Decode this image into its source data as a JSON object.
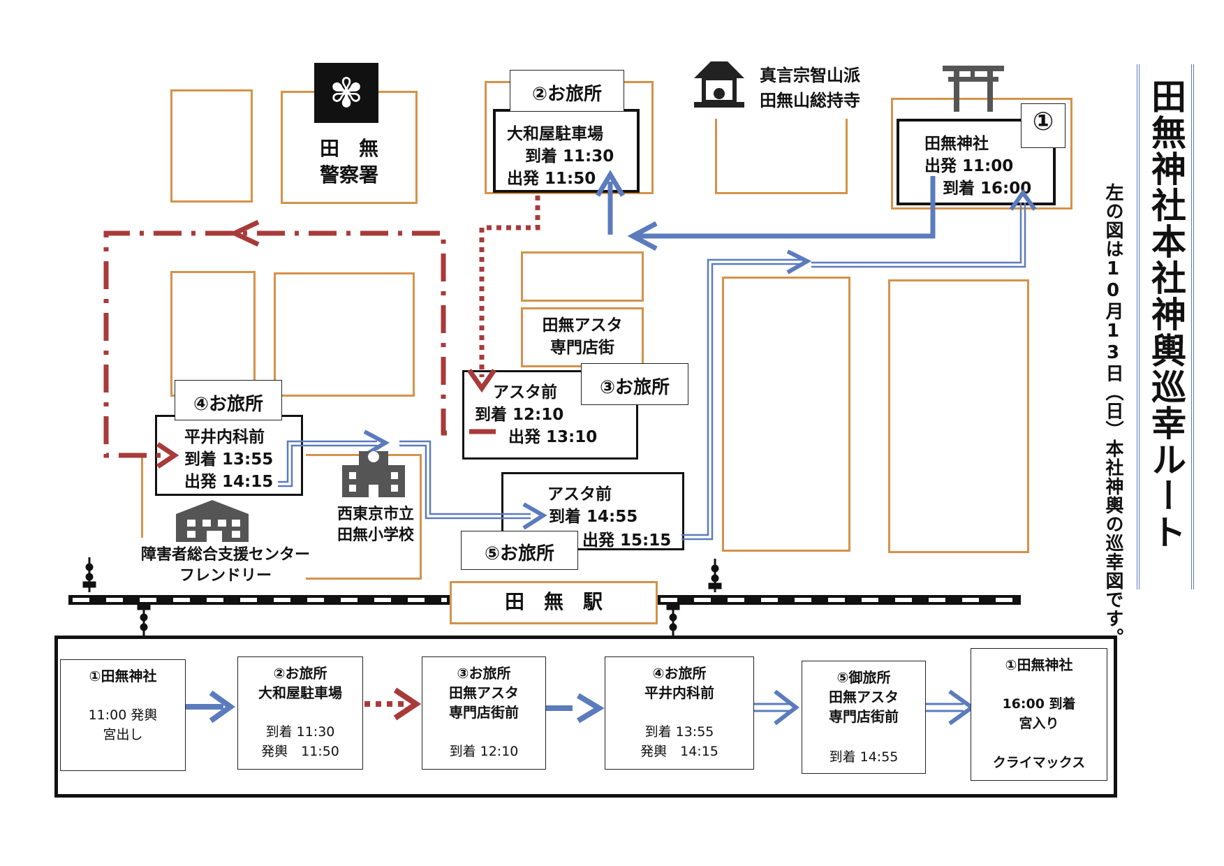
{
  "title": "田無神社本社神輿巡幸ルート",
  "subtitle": "左の図は10月13日（日）本社神輿の巡幸図です。",
  "landmarks": {
    "police": "田　無\n警察署",
    "temple": "真言宗智山派\n田無山総持寺",
    "asta": "田無アスタ\n専門店街",
    "school": "西東京市立\n田無小学校",
    "center": "障害者総合支援センター\nフレンドリー",
    "station": "田　無　駅"
  },
  "stops": [
    {
      "tag": "①",
      "place": "田無神社",
      "line1": "出発 11:00",
      "line2": "到着 16:00"
    },
    {
      "tag": "②お旅所",
      "place": "大和屋駐車場",
      "line1": "到着 11:30",
      "line2": "出発 11:50"
    },
    {
      "tag": "③お旅所",
      "place": "アスタ前",
      "line1": "到着 12:10",
      "line2": "出発 13:10"
    },
    {
      "tag": "④お旅所",
      "place": "平井内科前",
      "line1": "到着 13:55",
      "line2": "出発 14:15"
    },
    {
      "tag": "⑤お旅所",
      "place": "アスタ前",
      "line1": "到着 14:55",
      "line2": "出発 15:15"
    }
  ],
  "timeline": [
    {
      "head": "①田無神社",
      "body": "11:00 発輿\n宮出し"
    },
    {
      "head": "②お旅所\n大和屋駐車場",
      "body": "到着 11:30\n発輿　11:50"
    },
    {
      "head": "③お旅所\n田無アスタ\n専門店街前",
      "body": "到着 12:10"
    },
    {
      "head": "④お旅所\n平井内科前",
      "body": "到着 13:55\n発輿　14:15"
    },
    {
      "head": "⑤御旅所\n田無アスタ\n専門店街前",
      "body": "到着 14:55"
    },
    {
      "head": "①田無神社",
      "body": "16:00 到着\n宮入り\n\nクライマックス"
    }
  ],
  "colors": {
    "block": "#d4924a",
    "route_blue": "#5b7bbd",
    "route_red": "#a83a3a"
  },
  "icons": [
    "police-emblem-icon",
    "temple-icon",
    "torii-icon",
    "school-icon",
    "building-icon",
    "railway-signal-icon"
  ]
}
